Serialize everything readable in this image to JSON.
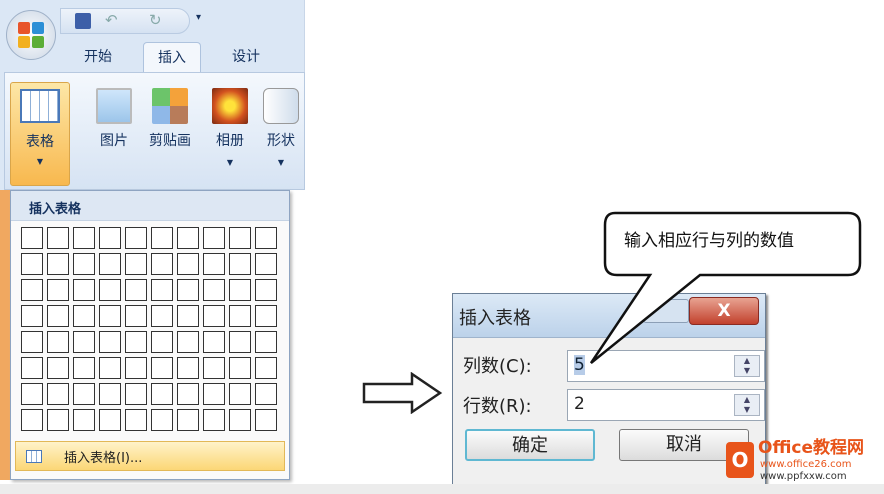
{
  "ribbon": {
    "tabs": [
      {
        "label": "开始",
        "active": false
      },
      {
        "label": "插入",
        "active": true
      },
      {
        "label": "设计",
        "active": false
      }
    ],
    "quick_access": [
      "save-icon",
      "undo-icon",
      "redo-icon",
      "customize-icon"
    ],
    "buttons": [
      {
        "label": "表格",
        "icon": "table-icon",
        "has_dropdown": true
      },
      {
        "label": "图片",
        "icon": "picture-icon"
      },
      {
        "label": "剪贴画",
        "icon": "clipart-icon"
      },
      {
        "label": "相册",
        "icon": "album-icon",
        "has_dropdown": true
      },
      {
        "label": "形状",
        "icon": "shapes-icon",
        "has_dropdown": true
      }
    ]
  },
  "table_menu": {
    "header": "插入表格",
    "grid_columns": 10,
    "grid_rows": 8,
    "item_label": "插入表格(I)..."
  },
  "callout": {
    "text": "输入相应行与列的数值"
  },
  "dialog": {
    "title": "插入表格",
    "close_label": "X",
    "columns_label": "列数(C):",
    "columns_value": "5",
    "rows_label": "行数(R):",
    "rows_value": "2",
    "ok_label": "确定",
    "cancel_label": "取消"
  },
  "watermark": {
    "logo_letter": "O",
    "title": "Office教程网",
    "url1": "www.office26.com",
    "url2": "www.ppfxxw.com",
    "color": "#e8541a"
  }
}
